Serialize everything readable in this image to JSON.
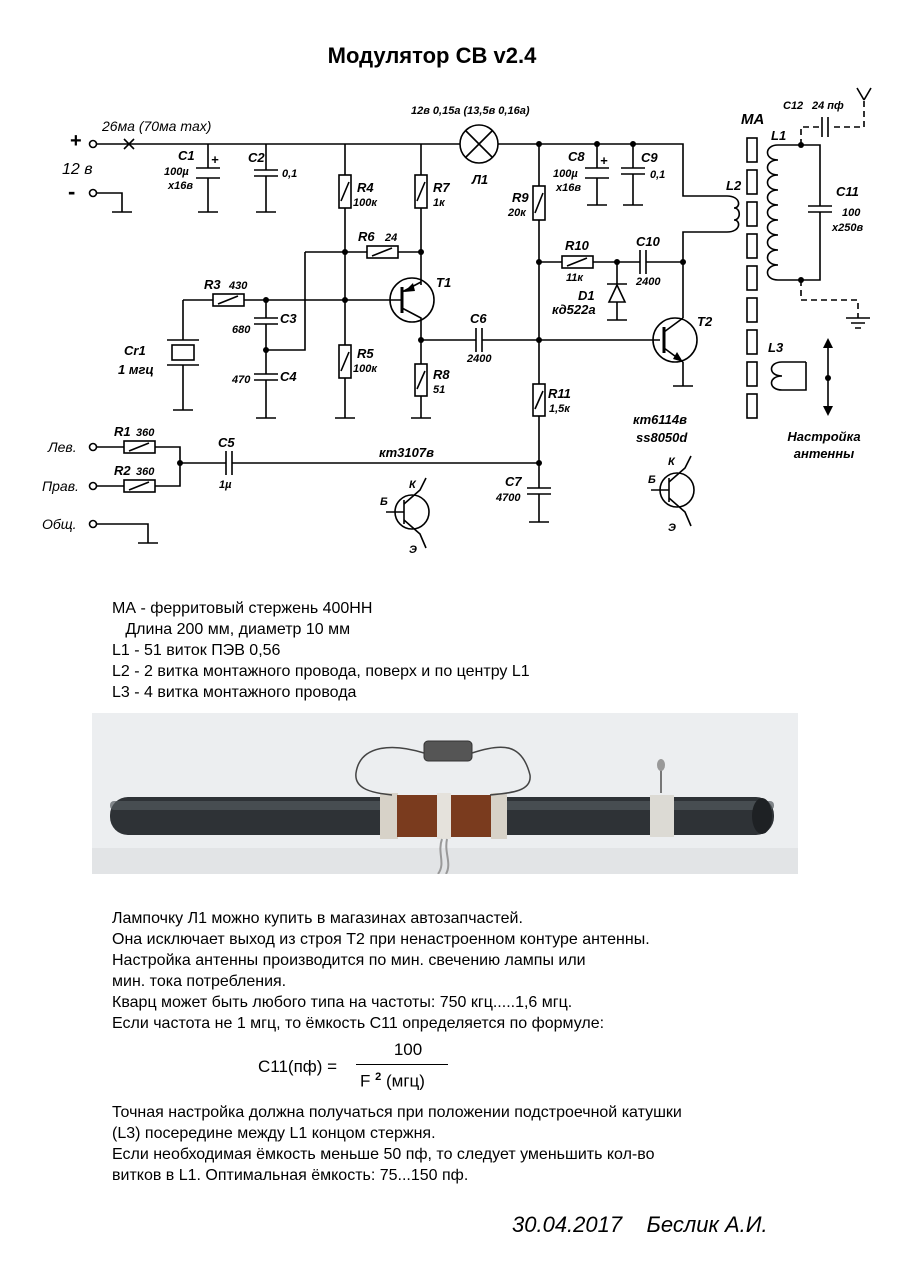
{
  "title": "Модулятор СВ  v2.4",
  "power": {
    "plus": "+",
    "minus": "-",
    "voltage": "12 в",
    "current": "26ма  (70ма max)",
    "lamp_rating": "12в  0,15а  (13,5в  0,16а)"
  },
  "components": {
    "C1": {
      "ref": "C1",
      "v1": "100µ",
      "v2": "x16в"
    },
    "C2": {
      "ref": "C2",
      "value": "0,1"
    },
    "C3": {
      "ref": "C3",
      "value": "680"
    },
    "C4": {
      "ref": "C4",
      "value": "470"
    },
    "C5": {
      "ref": "C5",
      "value": "1µ"
    },
    "C6": {
      "ref": "C6",
      "value": "2400"
    },
    "C7": {
      "ref": "C7",
      "value": "4700"
    },
    "C8": {
      "ref": "C8",
      "v1": "100µ",
      "v2": "x16в"
    },
    "C9": {
      "ref": "C9",
      "value": "0,1"
    },
    "C10": {
      "ref": "C10",
      "value": "2400"
    },
    "C11": {
      "ref": "C11",
      "v1": "100",
      "v2": "x250в"
    },
    "C12": {
      "ref": "C12",
      "value": "24 пф"
    },
    "R1": {
      "ref": "R1",
      "value": "360"
    },
    "R2": {
      "ref": "R2",
      "value": "360"
    },
    "R3": {
      "ref": "R3",
      "value": "430"
    },
    "R4": {
      "ref": "R4",
      "value": "100к"
    },
    "R5": {
      "ref": "R5",
      "value": "100к"
    },
    "R6": {
      "ref": "R6",
      "value": "24"
    },
    "R7": {
      "ref": "R7",
      "value": "1к"
    },
    "R8": {
      "ref": "R8",
      "value": "51"
    },
    "R9": {
      "ref": "R9",
      "value": "20к"
    },
    "R10": {
      "ref": "R10",
      "value": "11к"
    },
    "R11": {
      "ref": "R11",
      "value": "1,5к"
    },
    "D1": {
      "ref": "D1",
      "value": "кд522а"
    },
    "T1": {
      "ref": "T1",
      "type": "кт3107в"
    },
    "T2": {
      "ref": "T2",
      "type1": "кт6114в",
      "type2": "ss8050d"
    },
    "L1": {
      "ref": "L1"
    },
    "L2": {
      "ref": "L2"
    },
    "L3": {
      "ref": "L3"
    },
    "lamp": {
      "ref": "Л1"
    },
    "crystal": {
      "ref": "Cr1",
      "value": "1 мгц"
    },
    "rod": {
      "ref": "МА"
    }
  },
  "inputs": {
    "left": "Лев.",
    "right": "Прав.",
    "common": "Общ."
  },
  "pinout": {
    "k": "К",
    "b": "Б",
    "e": "Э"
  },
  "antenna_tuning": {
    "line1": "Настройка",
    "line2": "антенны"
  },
  "notes": [
    "МА - ферритовый стержень  400НН",
    "   Длина 200 мм, диаметр 10 мм",
    "L1 - 51 виток  ПЭВ 0,56",
    "L2 - 2 витка монтажного провода, поверх и по центру L1",
    "L3 - 4 витка монтажного провода"
  ],
  "description": [
    "Лампочку Л1 можно купить в магазинах автозапчастей.",
    "Она исключает выход из строя T2 при ненастроенном контуре антенны.",
    "Настройка антенны производится по мин. свечению лампы или",
    "мин. тока потребления.",
    "Кварц может быть любого типа на частоты: 750 кгц.....1,6 мгц.",
    "Если частота не 1 мгц, то  ёмкость С11 определяется по формуле:"
  ],
  "formula": {
    "lhs": "С11(пф) =",
    "numerator": "100",
    "den_base": "F",
    "den_exp": "2",
    "den_unit": " (мгц)"
  },
  "description2": [
    "Точная настройка должна получаться при положении подстроечной катушки",
    "(L3) посередине между L1 концом стержня.",
    "Если необходимая ёмкость меньше 50 пф, то следует уменьшить кол-во",
    "витков в L1. Оптимальная ёмкость:  75...150 пф."
  ],
  "signature": "30.04.2017    Беслик А.И.",
  "colors": {
    "photo_bg": "#eceef0",
    "rod": "#2e3236",
    "coil": "#7a3b1e"
  }
}
